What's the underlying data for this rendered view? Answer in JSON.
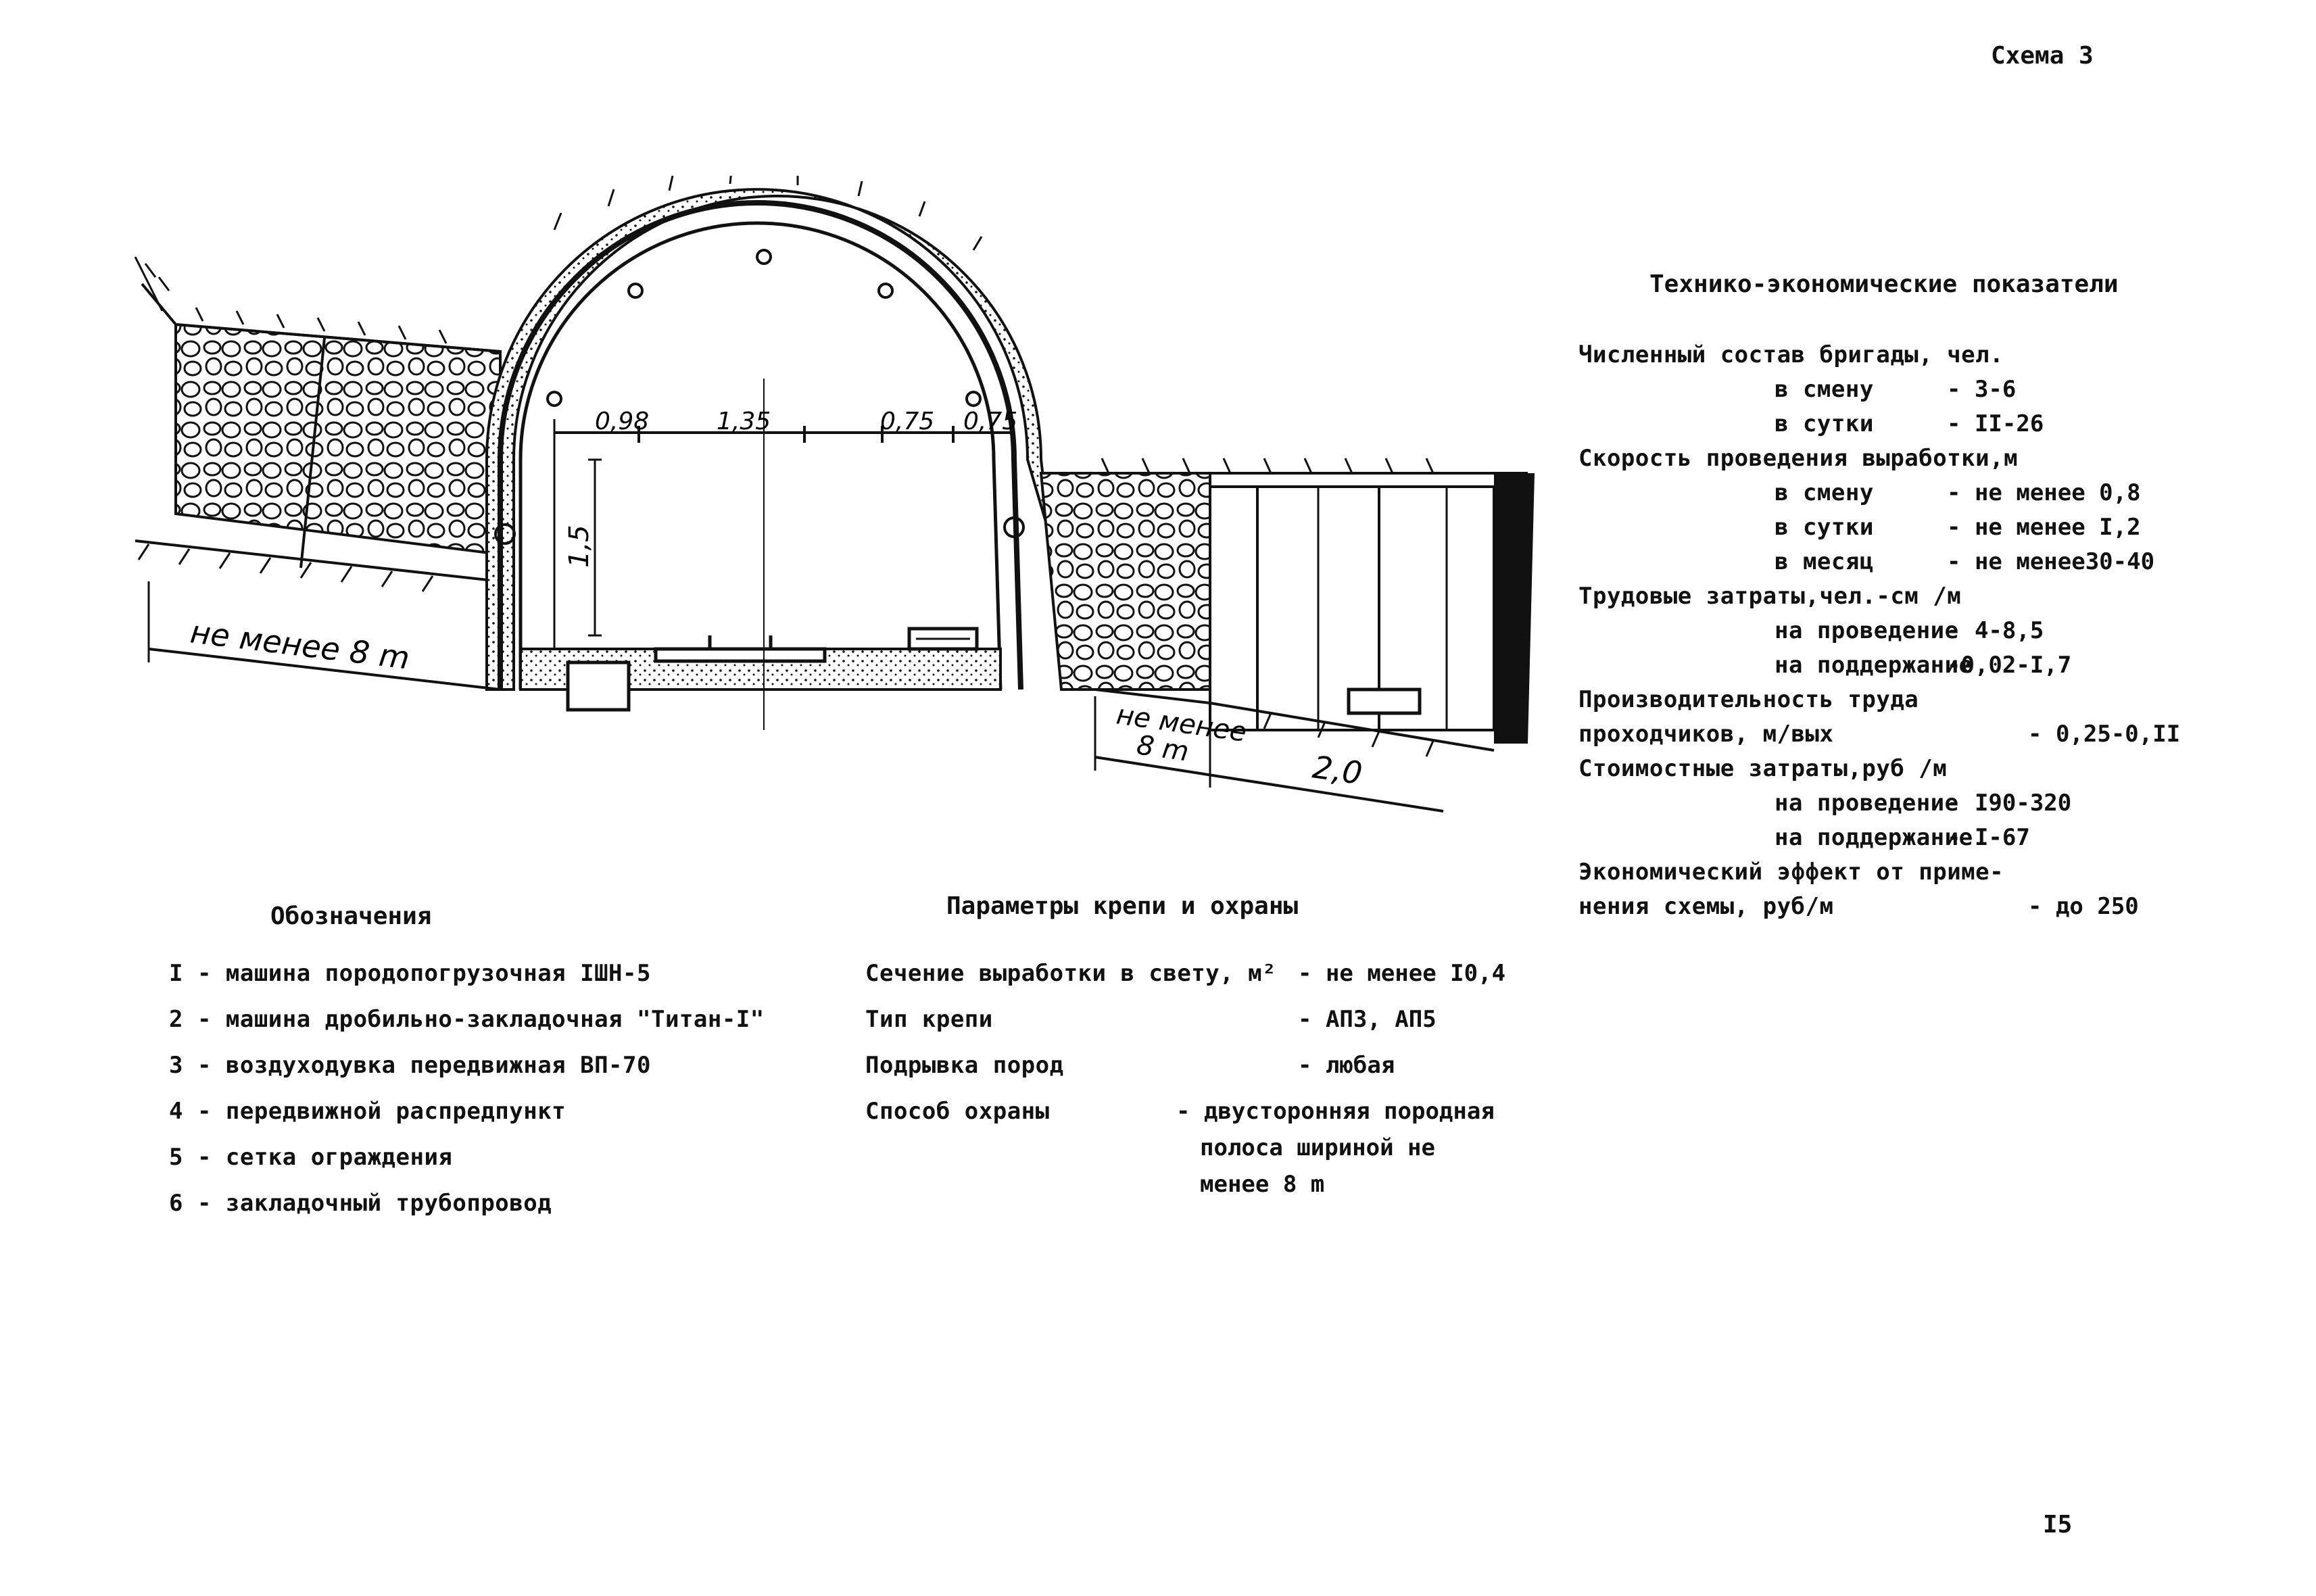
{
  "scheme_label": "Схема 3",
  "page_number": "I5",
  "drawing": {
    "dim_top": [
      "0,98",
      "1,35",
      "0,75",
      "0,75"
    ],
    "dim_height": "1,5",
    "dim_left_width": "не менее 8 m",
    "dim_right_width_line1": "не менее",
    "dim_right_width_line2": "8 m",
    "dim_right_extra": "2,0"
  },
  "tech_econ": {
    "title": "Технико-экономические показатели",
    "rows": [
      {
        "indent": 0,
        "label": "Численный состав бригады, чел.",
        "value": ""
      },
      {
        "indent": 1,
        "label": "в смену",
        "value": "- 3-6"
      },
      {
        "indent": 1,
        "label": "в сутки",
        "value": "- II-26"
      },
      {
        "indent": 0,
        "label": "Скорость проведения выработки,м",
        "value": ""
      },
      {
        "indent": 1,
        "label": "в смену",
        "value": "- не менее 0,8"
      },
      {
        "indent": 1,
        "label": "в сутки",
        "value": "- не менее I,2"
      },
      {
        "indent": 1,
        "label": "в месяц",
        "value": "- не менее30-40"
      },
      {
        "indent": 0,
        "label": "Трудовые затраты,чел.-см /м",
        "value": ""
      },
      {
        "indent": 1,
        "label": "на проведение",
        "value": "- 4-8,5"
      },
      {
        "indent": 1,
        "label": "на поддержание",
        "value": "-0,02-I,7"
      },
      {
        "indent": 0,
        "label": "Производительность труда",
        "value": ""
      },
      {
        "indent": 0,
        "label": "проходчиков, м/вых",
        "value": "- 0,25-0,II"
      },
      {
        "indent": 0,
        "label": "Стоимостные затраты,руб /м",
        "value": ""
      },
      {
        "indent": 1,
        "label": "на проведение",
        "value": "- I90-320"
      },
      {
        "indent": 1,
        "label": "на поддержание",
        "value": "- I-67"
      },
      {
        "indent": 0,
        "label": "Экономический эффект от приме-",
        "value": ""
      },
      {
        "indent": 0,
        "label": "нения схемы, руб/м",
        "value": "- до 250"
      }
    ]
  },
  "legend": {
    "title": "Обозначения",
    "items": [
      "I - машина породопогрузочная IШН-5",
      "2 - машина дробильно-закладочная \"Титан-I\"",
      "3 - воздуходувка передвижная ВП-70",
      "4 - передвижной распредпункт",
      "5 - сетка ограждения",
      "6 - закладочный трубопровод"
    ]
  },
  "params": {
    "title": "Параметры крепи и охраны",
    "rows": [
      {
        "label": "Сечение выработки в свету, м²",
        "value": "- не менее I0,4"
      },
      {
        "label": "Тип крепи",
        "value": "- АПЗ, АП5"
      },
      {
        "label": "Подрывка пород",
        "value": "- любая"
      },
      {
        "label": "Способ охраны",
        "value": "- двусторонняя породная"
      },
      {
        "label": "",
        "value": "полоса шириной не"
      },
      {
        "label": "",
        "value": "менее 8 m"
      }
    ]
  }
}
